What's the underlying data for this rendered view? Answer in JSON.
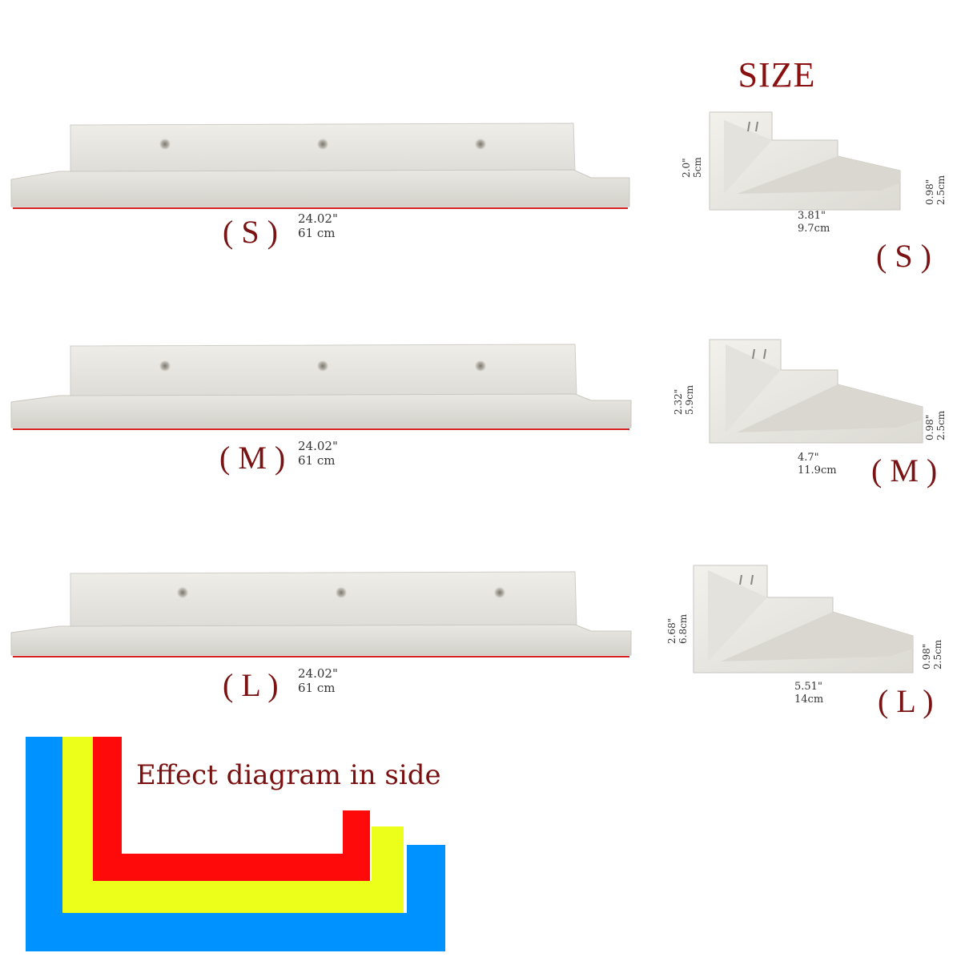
{
  "header": {
    "title": "SIZE"
  },
  "shelves": [
    {
      "size": "( S )",
      "length_in": "24.02\"",
      "length_cm": "61 cm"
    },
    {
      "size": "( M )",
      "length_in": "24.02\"",
      "length_cm": "61 cm"
    },
    {
      "size": "( L )",
      "length_in": "24.02\"",
      "length_cm": "61 cm"
    }
  ],
  "profiles": [
    {
      "size": "( S )",
      "height_in": "2.0\"",
      "height_cm": "5cm",
      "depth_in": "3.81\"",
      "depth_cm": "9.7cm",
      "lip_in": "0.98\"",
      "lip_cm": "2.5cm"
    },
    {
      "size": "( M )",
      "height_in": "2.32\"",
      "height_cm": "5.9cm",
      "depth_in": "4.7\"",
      "depth_cm": "11.9cm",
      "lip_in": "0.98\"",
      "lip_cm": "2.5cm"
    },
    {
      "size": "( L )",
      "height_in": "2.68\"",
      "height_cm": "6.8cm",
      "depth_in": "5.51\"",
      "depth_cm": "14cm",
      "lip_in": "0.98\"",
      "lip_cm": "2.5cm"
    }
  ],
  "effect": {
    "title": "Effect diagram in side",
    "colors": {
      "large": "#0092ff",
      "medium": "#ecff1a",
      "small": "#ff0a0a"
    }
  },
  "colors": {
    "shelf": "#e7e6e1",
    "accent_text": "#7a1414",
    "marker": "#d42020"
  }
}
